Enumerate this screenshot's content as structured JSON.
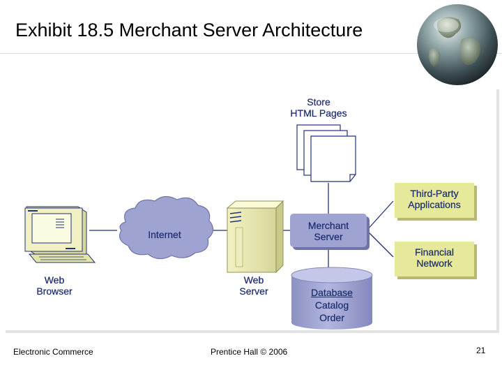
{
  "slide": {
    "title": "Exhibit 18.5 Merchant Server Architecture",
    "footer_left": "Electronic Commerce",
    "footer_center": "Prentice Hall © 2006",
    "page_number": "21"
  },
  "diagram": {
    "nodes": {
      "store_pages": [
        "Store",
        "HTML Pages"
      ],
      "browser": [
        "Web",
        "Browser"
      ],
      "internet": "Internet",
      "web_server": [
        "Web",
        "Server"
      ],
      "merchant_server": [
        "Merchant",
        "Server"
      ],
      "third_party": [
        "Third-Party",
        "Applications"
      ],
      "financial": [
        "Financial",
        "Network"
      ],
      "database": [
        "Database",
        "Catalog",
        "Order"
      ]
    },
    "colors": {
      "lavender": "#9ea3d1",
      "lavender_shadow": "#6f74a8",
      "khaki": "#e6e89a",
      "khaki_shadow": "#b8ba70",
      "label_text": "#1f2f72",
      "line": "#22327a"
    }
  }
}
